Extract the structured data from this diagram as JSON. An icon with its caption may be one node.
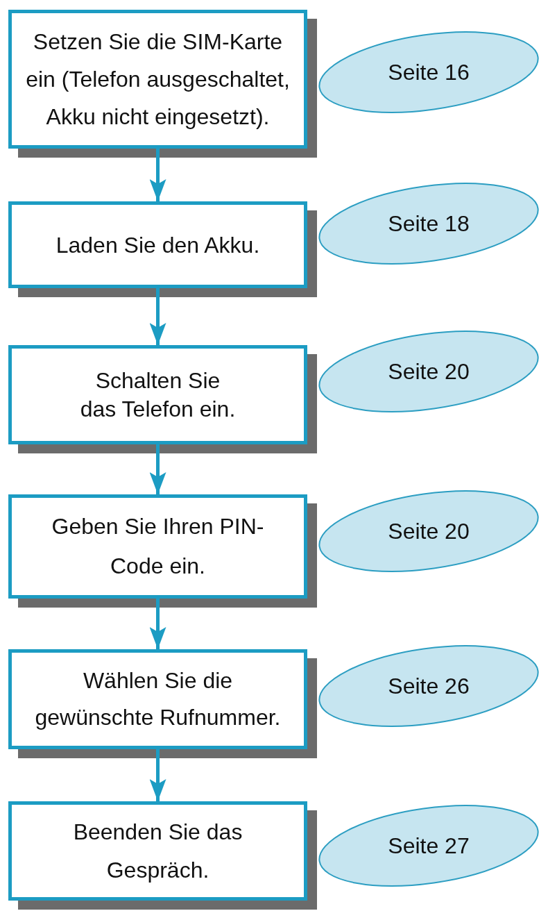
{
  "diagram": {
    "nodes": [
      {
        "text": [
          "Setzen Sie die SIM-Karte ein (Telefon ausgeschaltet, Akku nicht eingesetzt)."
        ]
      },
      {
        "text": [
          "Seite 16"
        ]
      },
      {
        "text": [
          "Laden Sie den Akku."
        ]
      },
      {
        "text": [
          "Seite 18"
        ]
      },
      {
        "text": [
          "Schalten Sie das Telefon ein."
        ]
      },
      {
        "text": [
          "Seite 20"
        ]
      },
      {
        "text": [
          "Geben Sie Ihren PIN-Code ein."
        ]
      },
      {
        "text": [
          "Seite 20"
        ]
      },
      {
        "text": [
          "Wählen Sie die gewünschte Rufnummer."
        ]
      },
      {
        "text": [
          "Seite 26"
        ]
      },
      {
        "text": [
          "Beenden Sie das Gespräch."
        ]
      },
      {
        "text": [
          "Seite 27"
        ]
      }
    ],
    "edges": [
      {
        "from": 0,
        "to": 2,
        "arrow": "to"
      },
      {
        "from": 2,
        "to": 4,
        "arrow": "to"
      },
      {
        "from": 4,
        "to": 6,
        "arrow": "to"
      },
      {
        "from": 6,
        "to": 8,
        "arrow": "to"
      },
      {
        "from": 8,
        "to": 10,
        "arrow": "to"
      }
    ]
  }
}
